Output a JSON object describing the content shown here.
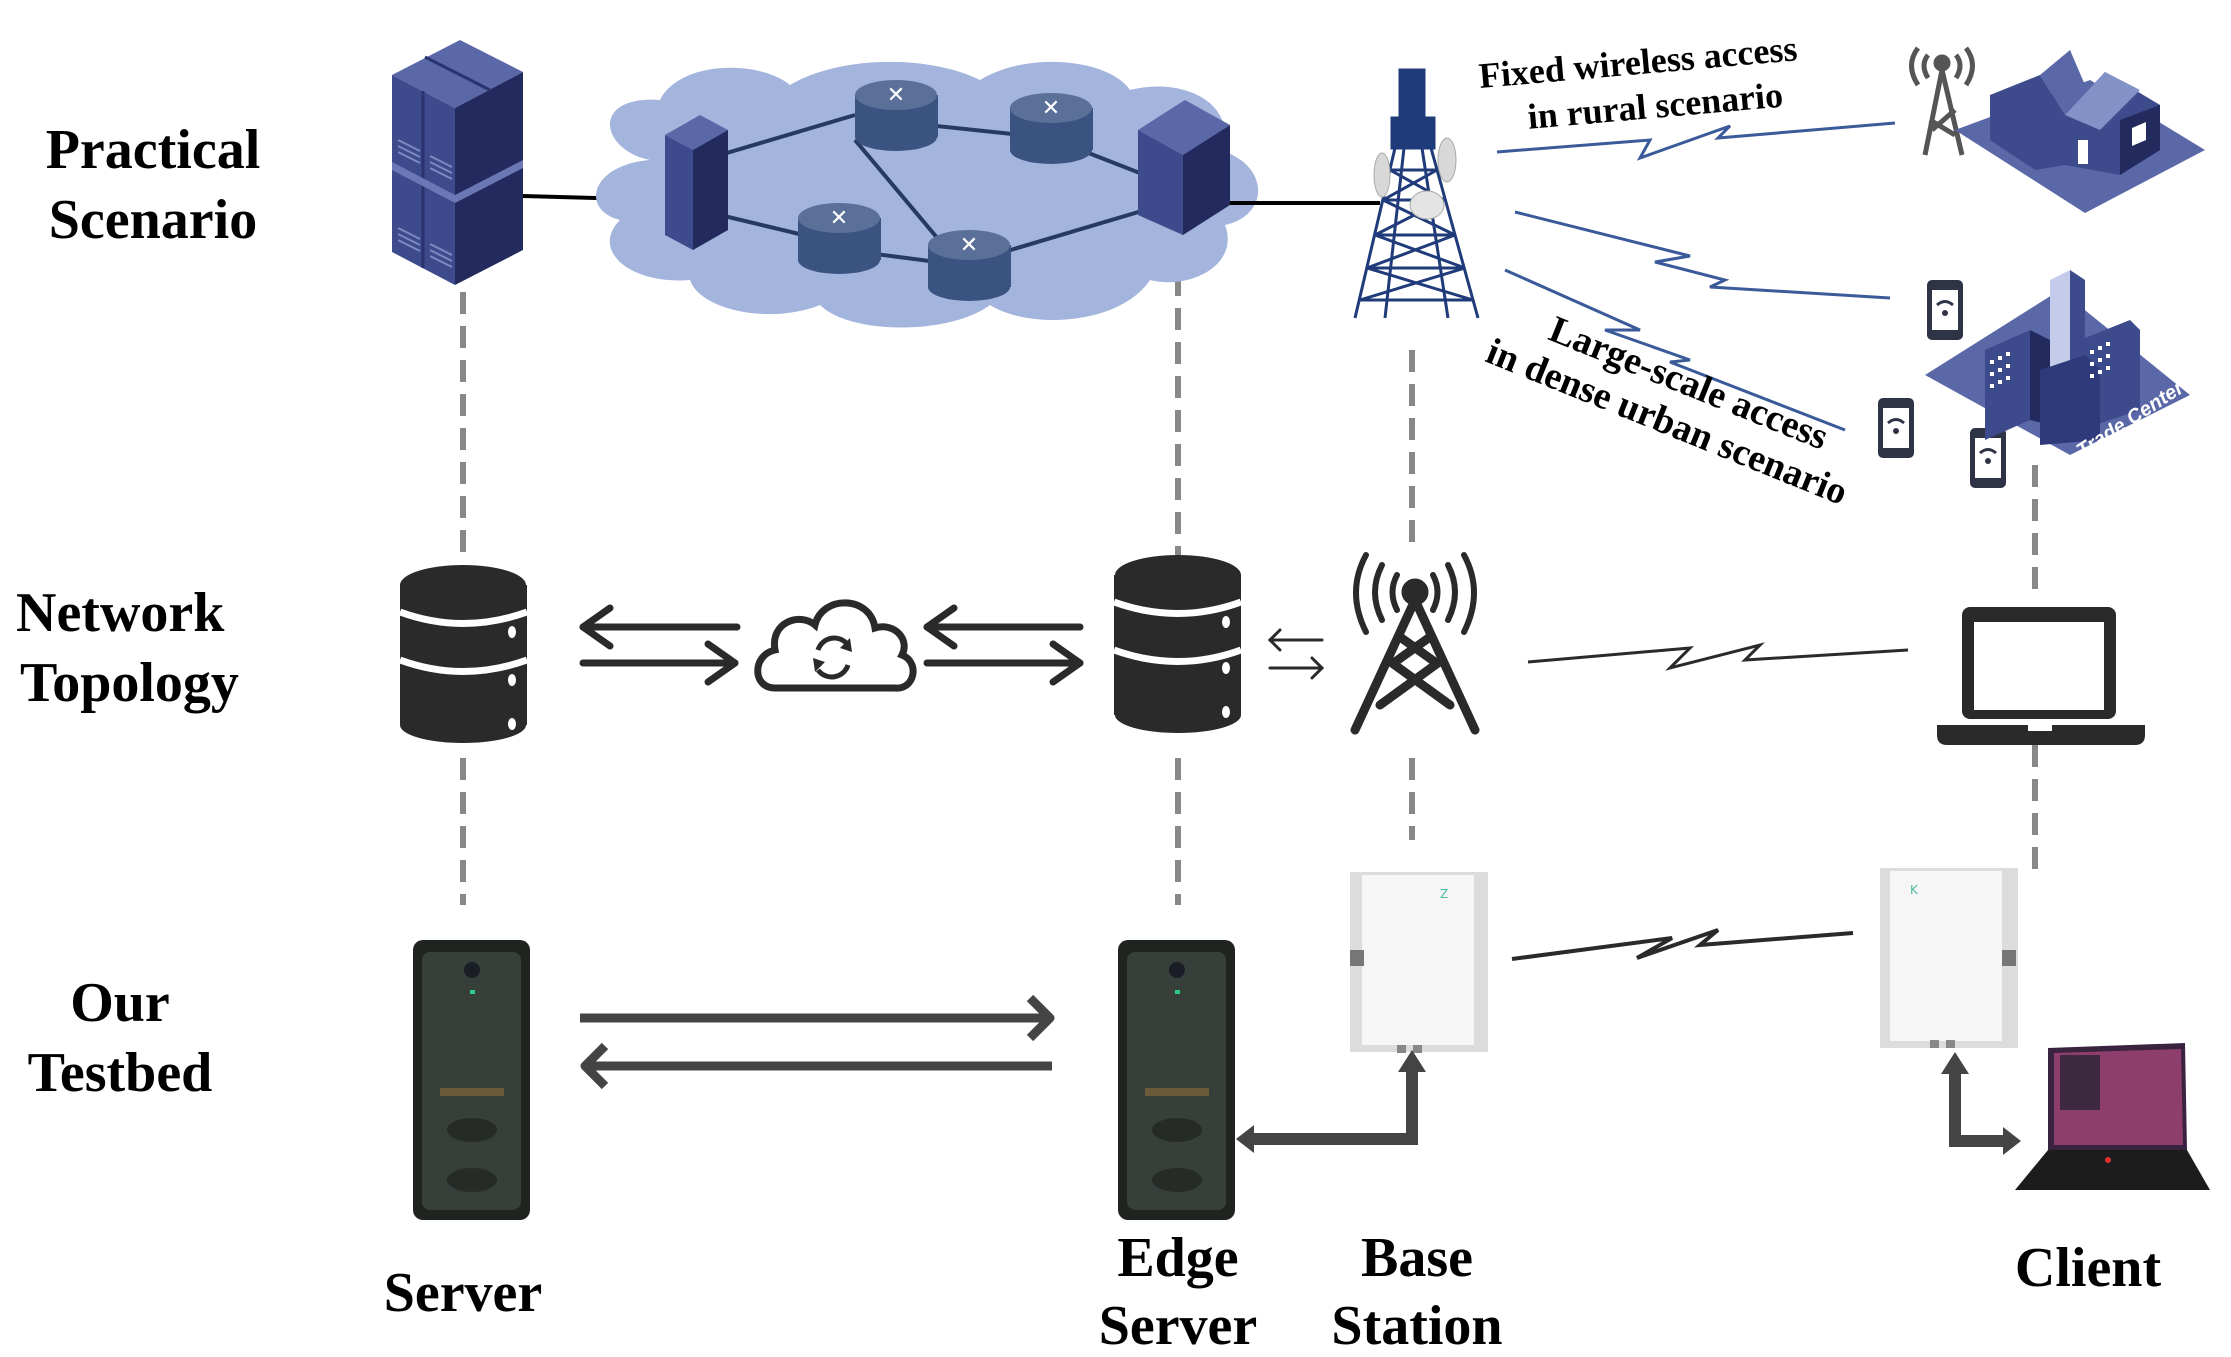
{
  "rows": {
    "practical": [
      "Practical",
      "Scenario"
    ],
    "topology": [
      "Network",
      "Topology"
    ],
    "testbed": [
      "Our",
      "Testbed"
    ]
  },
  "columns": {
    "server": [
      "Server"
    ],
    "edge_server": [
      "Edge",
      "Server"
    ],
    "base_station": [
      "Base",
      "Station"
    ],
    "client": [
      "Client"
    ]
  },
  "annotations": {
    "rural": [
      "Fixed wireless access",
      "in rural scenario"
    ],
    "urban": [
      "Large-scale access",
      "in dense urban scenario"
    ],
    "trade_center": "Trade Center"
  },
  "colors": {
    "equipment_blue": "#3d4a8c",
    "equipment_dark": "#232a5e",
    "equipment_light": "#5a68a8",
    "cloud_fill": "#a3b4dd",
    "router_fill": "#3b5380",
    "link_blue": "#3a5a99",
    "icon_dark": "#2a2a2a",
    "dash_gray": "#888888",
    "arrow_gray": "#444444"
  }
}
